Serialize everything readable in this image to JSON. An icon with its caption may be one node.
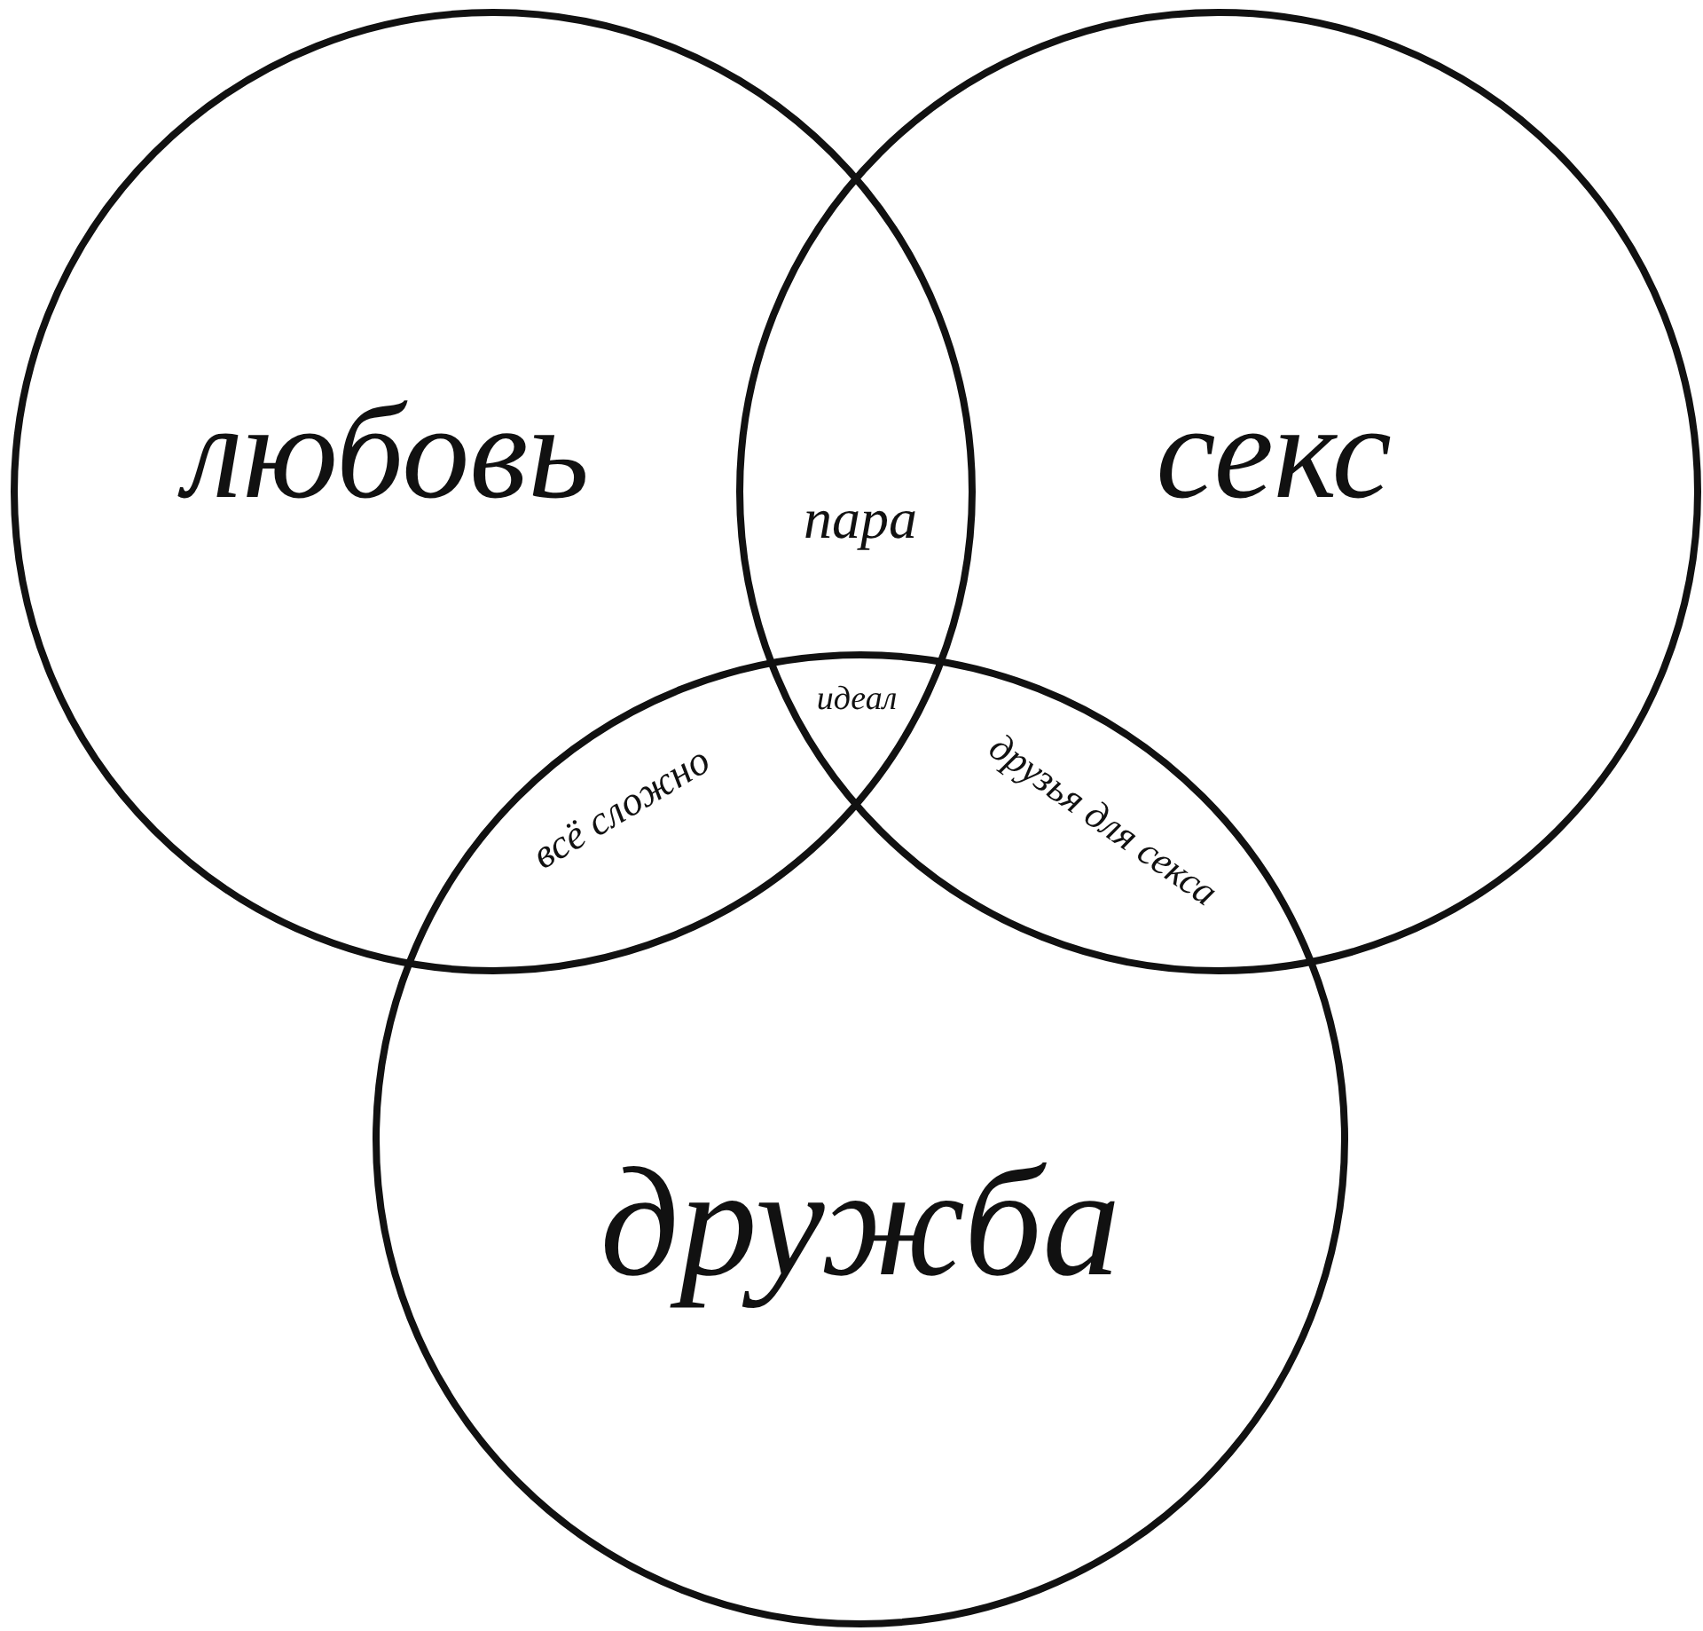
{
  "diagram": {
    "nodes": [
      {
        "text": [
          "любовь"
        ]
      },
      {
        "text": [
          "секс"
        ]
      },
      {
        "text": [
          "дружба"
        ]
      }
    ],
    "labels": [
      "пара",
      "идеал",
      "всё сложно",
      "друзья для секса"
    ]
  }
}
